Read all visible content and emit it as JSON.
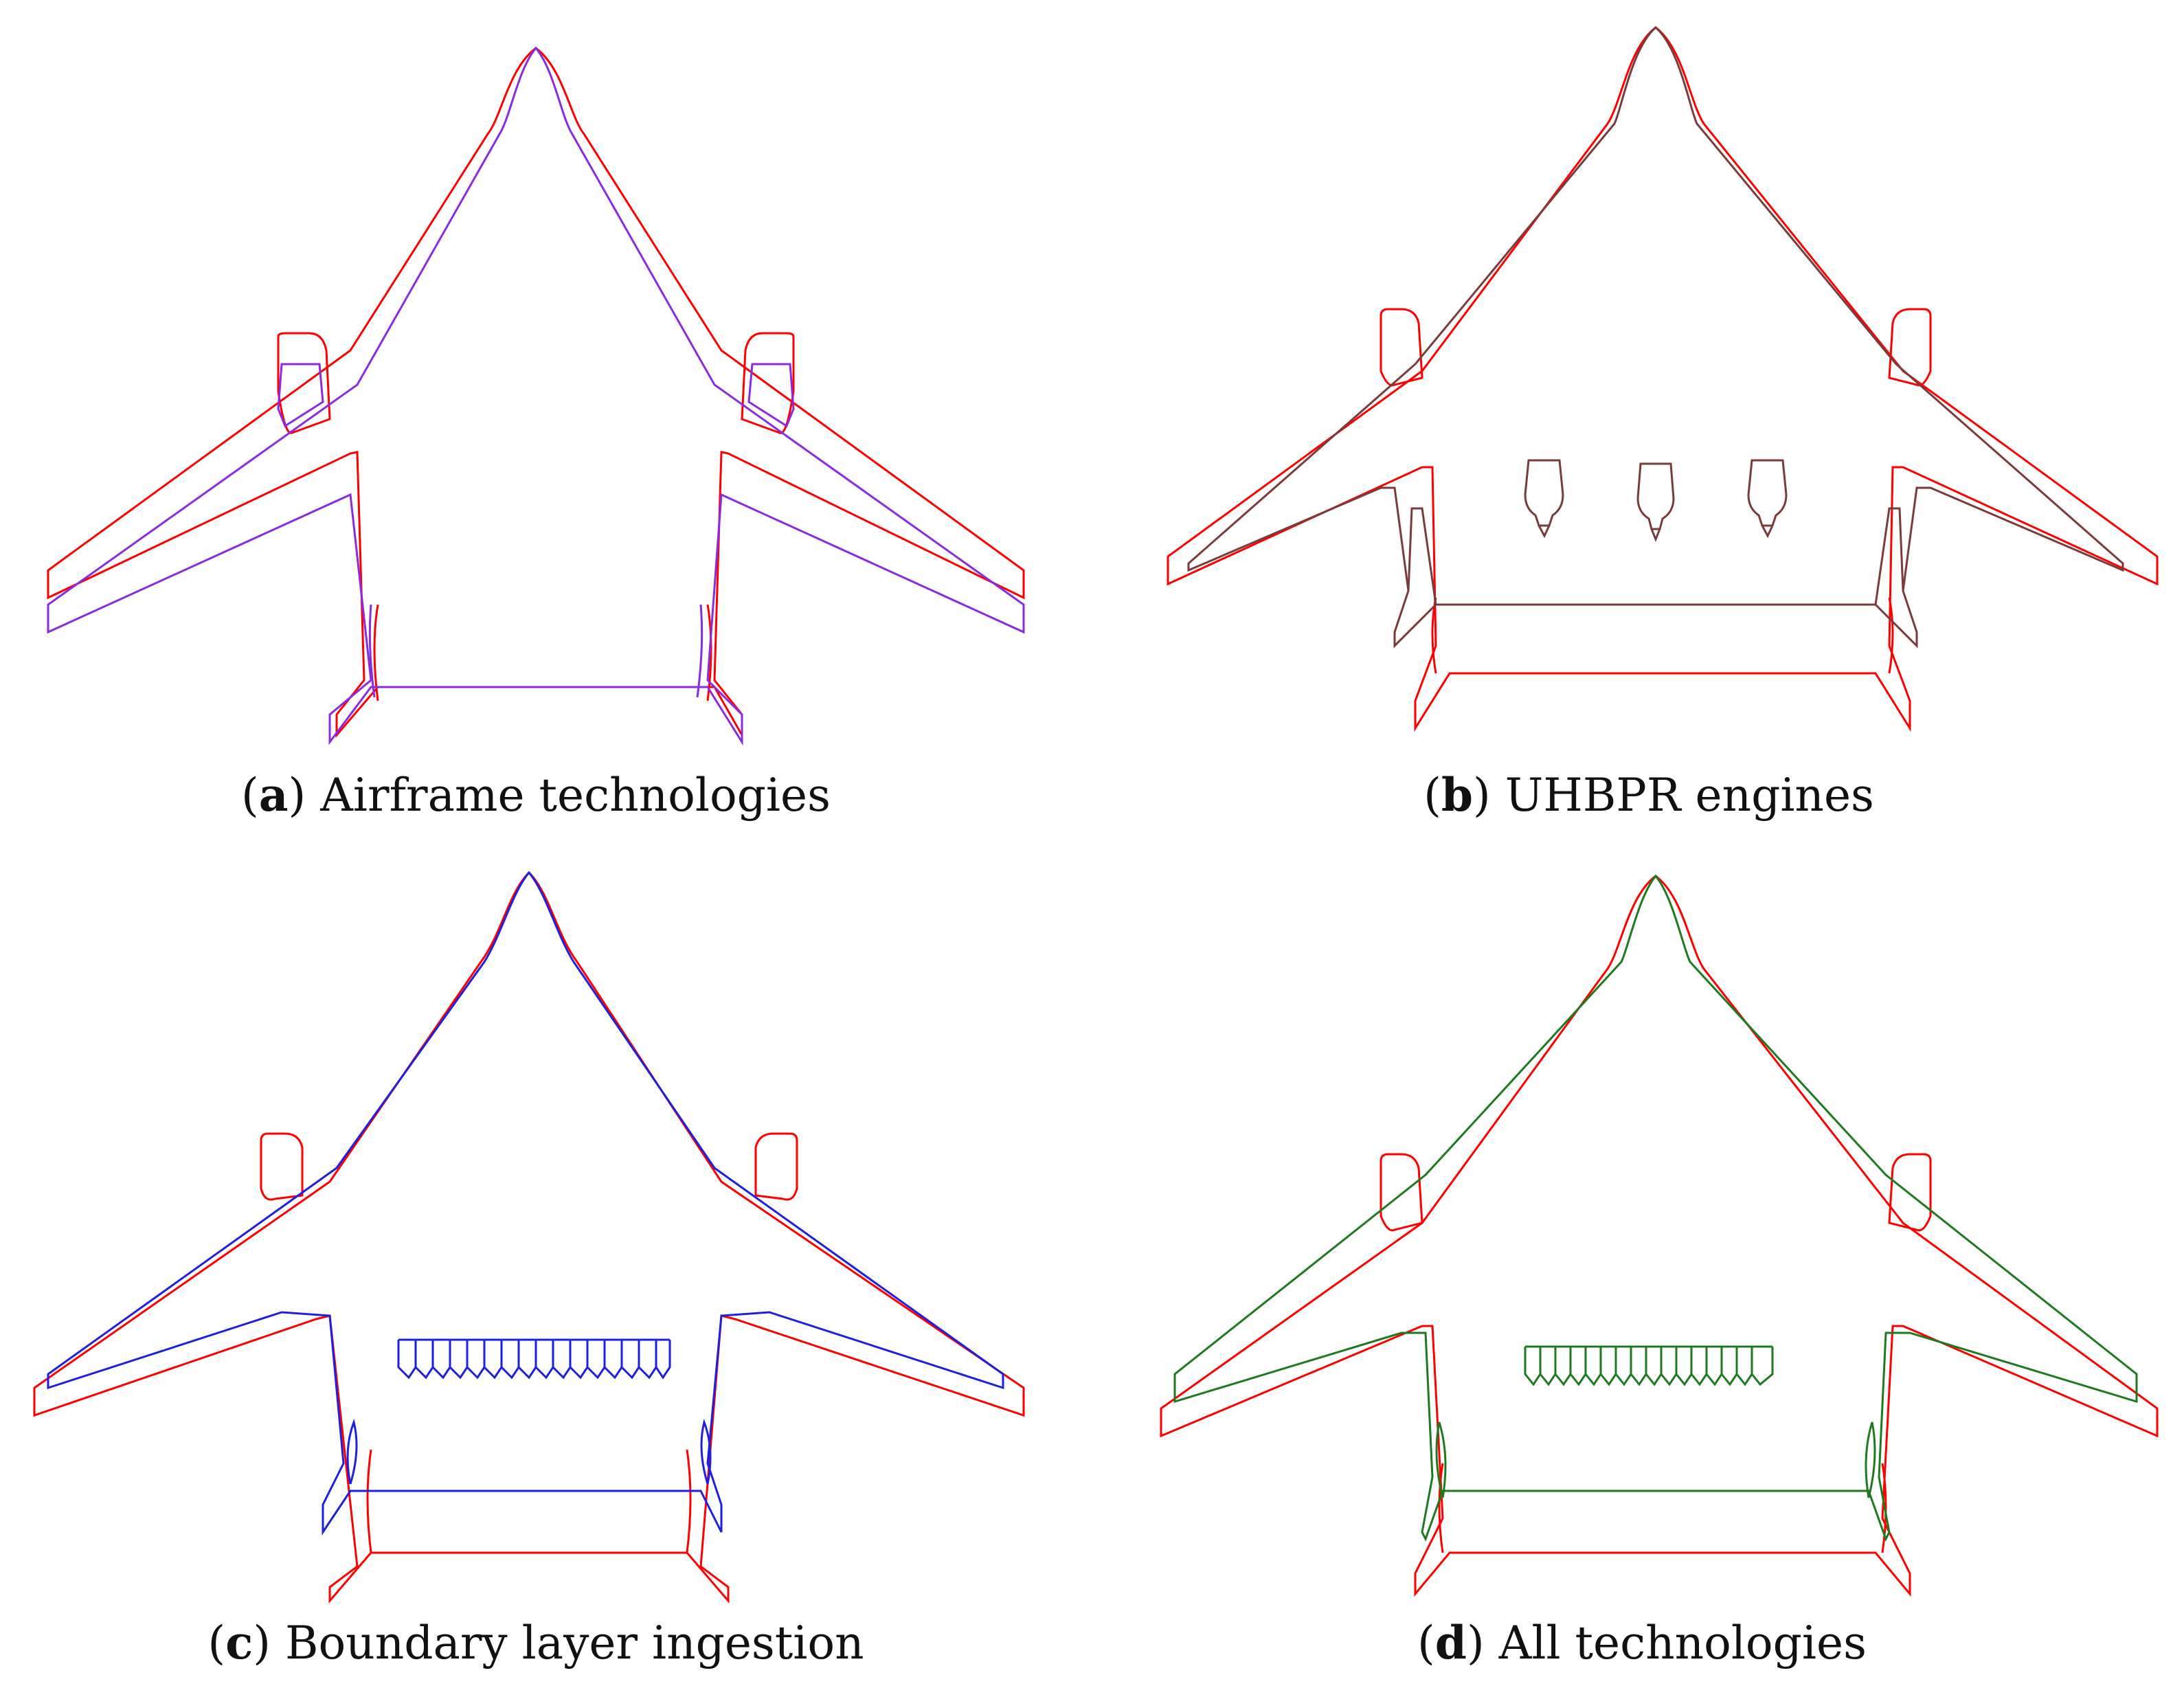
{
  "colors": {
    "baseline": "#ff0000",
    "airframe": "#8a2be2",
    "uhbpr": "#7a3b3b",
    "bli": "#1f1fdf",
    "all": "#1e7a1e"
  },
  "panels": [
    {
      "id": "a",
      "letter": "a",
      "caption": "Airframe technologies",
      "variant": "airframe"
    },
    {
      "id": "b",
      "letter": "b",
      "caption": "UHBPR engines",
      "variant": "uhbpr"
    },
    {
      "id": "c",
      "letter": "c",
      "caption": "Boundary layer ingestion",
      "variant": "bli"
    },
    {
      "id": "d",
      "letter": "d",
      "caption": "All technologies",
      "variant": "all"
    }
  ]
}
